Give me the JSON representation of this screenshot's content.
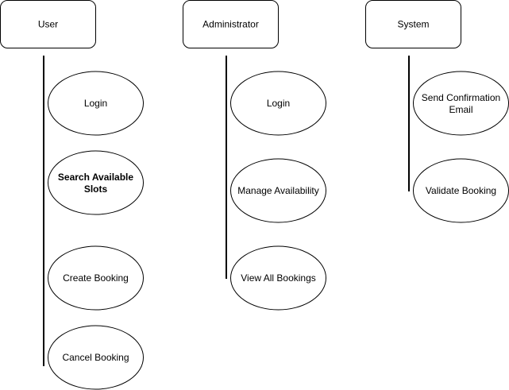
{
  "actors": [
    {
      "name": "User",
      "use_cases": [
        {
          "lines": [
            "Login"
          ],
          "bold": false
        },
        {
          "lines": [
            "Search Available",
            "Slots"
          ],
          "bold": true
        },
        {
          "lines": [
            "Create Booking"
          ],
          "bold": false
        },
        {
          "lines": [
            "Cancel Booking"
          ],
          "bold": false
        }
      ]
    },
    {
      "name": "Administrator",
      "use_cases": [
        {
          "lines": [
            "Login"
          ],
          "bold": false
        },
        {
          "lines": [
            "Manage Availability"
          ],
          "bold": false
        },
        {
          "lines": [
            "View All Bookings"
          ],
          "bold": false
        }
      ]
    },
    {
      "name": "System",
      "use_cases": [
        {
          "lines": [
            "Send Confirmation",
            "Email"
          ],
          "bold": false
        },
        {
          "lines": [
            "Validate Booking"
          ],
          "bold": false
        }
      ]
    }
  ]
}
